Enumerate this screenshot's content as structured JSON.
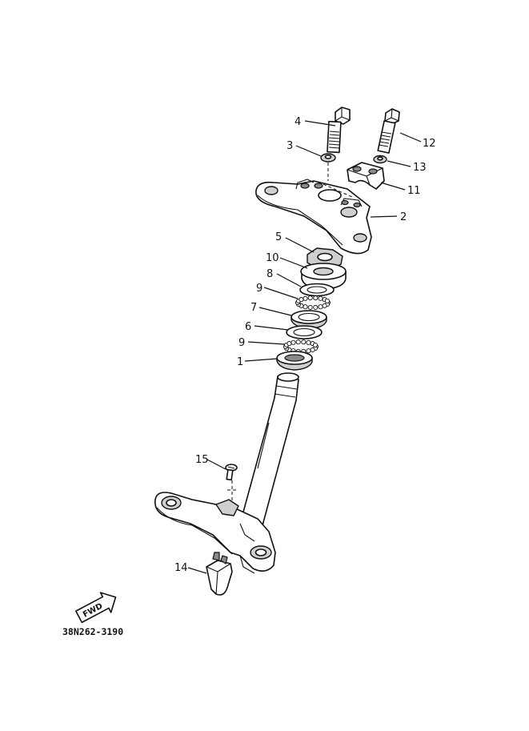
{
  "diagram": {
    "drawing_code": "38N262-3190",
    "fwd_label": "FWD",
    "callouts": [
      {
        "id": "c4",
        "text": "4"
      },
      {
        "id": "c12",
        "text": "12"
      },
      {
        "id": "c3",
        "text": "3"
      },
      {
        "id": "c13",
        "text": "13"
      },
      {
        "id": "c11",
        "text": "11"
      },
      {
        "id": "c2",
        "text": "2"
      },
      {
        "id": "c5",
        "text": "5"
      },
      {
        "id": "c10",
        "text": "10"
      },
      {
        "id": "c8",
        "text": "8"
      },
      {
        "id": "c9a",
        "text": "9"
      },
      {
        "id": "c7",
        "text": "7"
      },
      {
        "id": "c6",
        "text": "6"
      },
      {
        "id": "c9b",
        "text": "9"
      },
      {
        "id": "c1",
        "text": "1"
      },
      {
        "id": "c15",
        "text": "15"
      },
      {
        "id": "c14",
        "text": "14"
      }
    ]
  }
}
